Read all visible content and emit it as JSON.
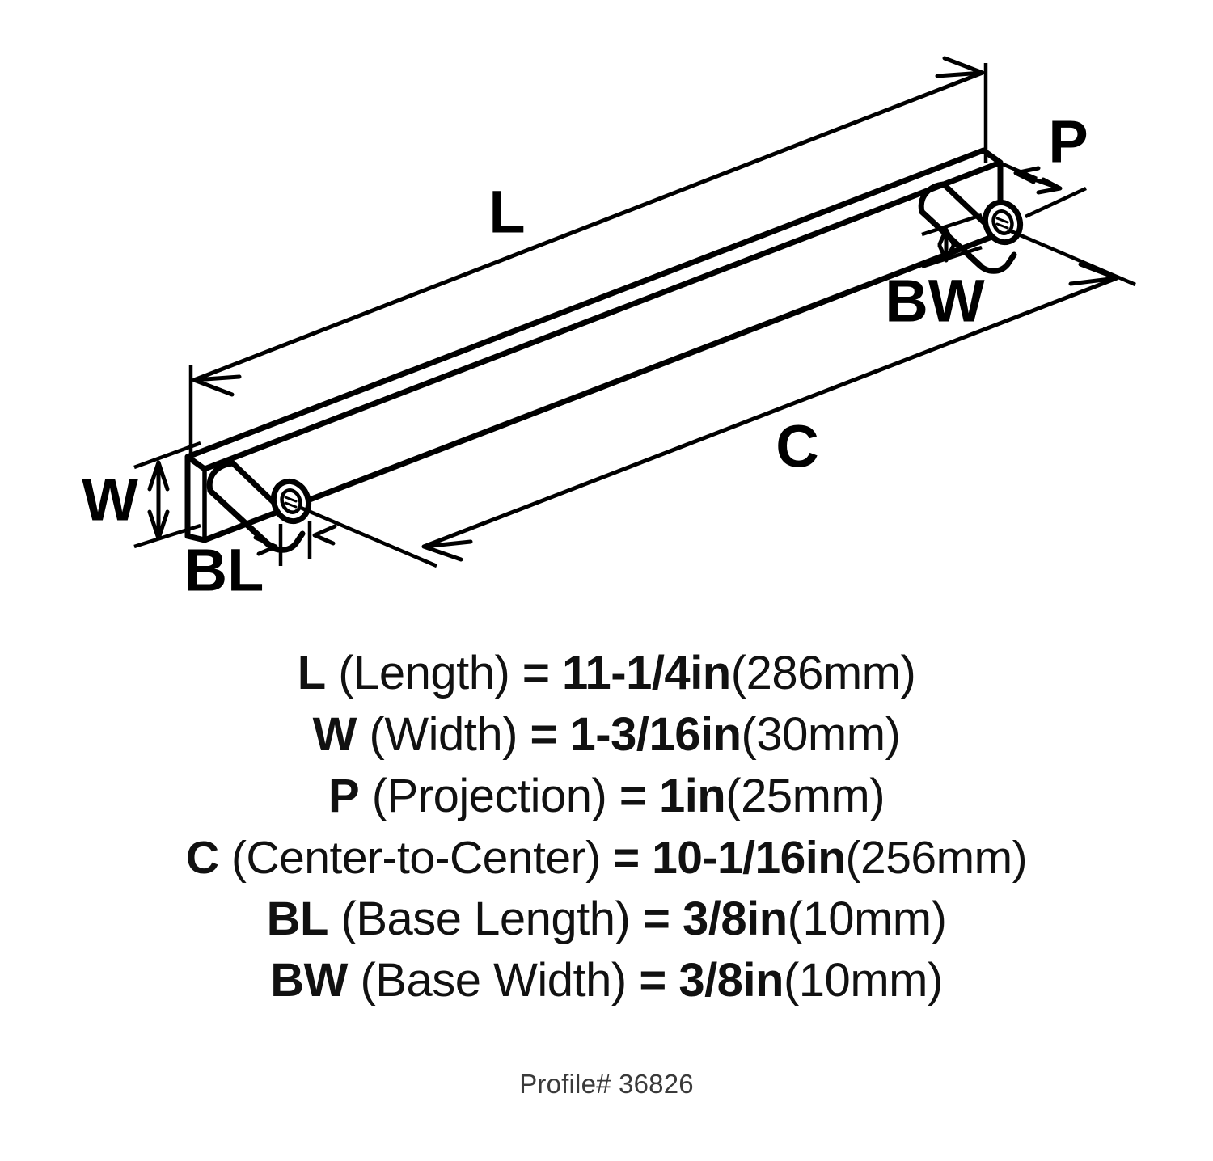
{
  "drawing": {
    "labels": {
      "length": "L",
      "width": "W",
      "projection": "P",
      "center_to_center": "C",
      "base_length": "BL",
      "base_width": "BW"
    }
  },
  "specs": [
    {
      "symbol": "L",
      "name": "(Length)",
      "equals": "=",
      "value_in": "11-1/4in",
      "value_mm": "(286mm)"
    },
    {
      "symbol": "W",
      "name": "(Width)",
      "equals": "=",
      "value_in": "1-3/16in",
      "value_mm": "(30mm)"
    },
    {
      "symbol": "P",
      "name": "(Projection)",
      "equals": "=",
      "value_in": "1in",
      "value_mm": "(25mm)"
    },
    {
      "symbol": "C",
      "name": "(Center-to-Center)",
      "equals": "=",
      "value_in": "10-1/16in",
      "value_mm": "(256mm)"
    },
    {
      "symbol": "BL",
      "name": "(Base Length)",
      "equals": "=",
      "value_in": "3/8in",
      "value_mm": "(10mm)"
    },
    {
      "symbol": "BW",
      "name": "(Base Width)",
      "equals": "=",
      "value_in": "3/8in",
      "value_mm": "(10mm)"
    }
  ],
  "profile": {
    "text": "Profile# 36826"
  },
  "colors": {
    "line": "#000000",
    "background": "#ffffff",
    "text": "#111111",
    "profile_text": "#3a3a3a"
  }
}
